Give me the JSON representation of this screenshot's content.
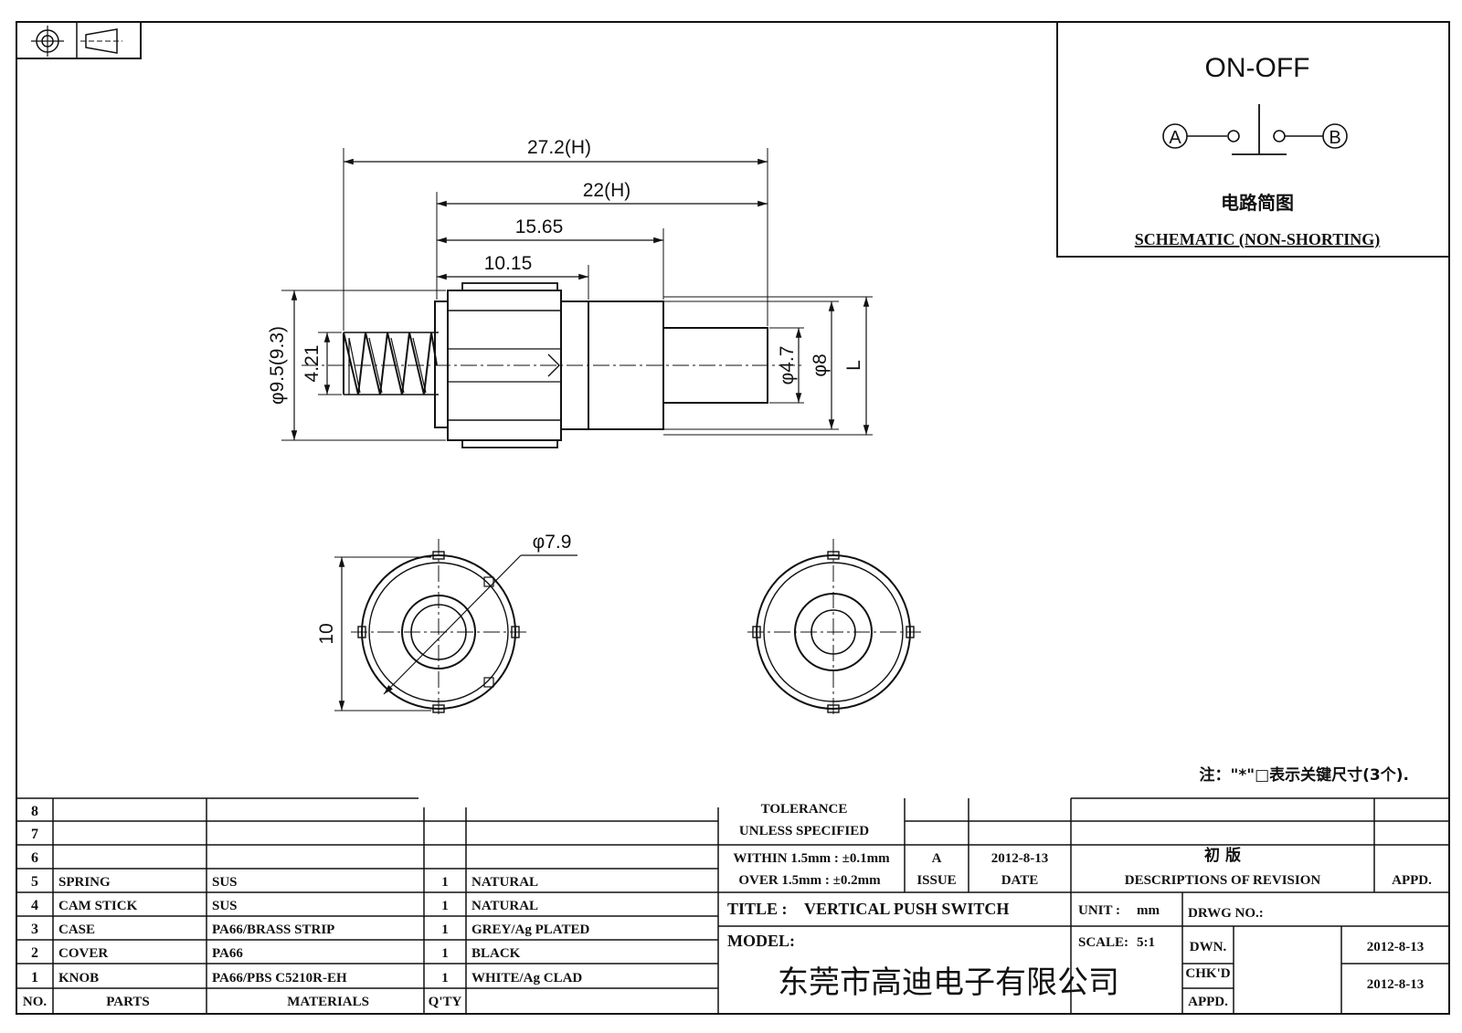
{
  "symbols": [
    "position-symbol",
    "projection-symbol"
  ],
  "schematic": {
    "title": "ON-OFF",
    "terminal_a": "A",
    "terminal_b": "B",
    "cn_label": "电路简图",
    "en_label": "SCHEMATIC (NON-SHORTING)"
  },
  "dimensions": {
    "overall_length": "27.2(H)",
    "body_length": "22(H)",
    "d_15_65": "15.65",
    "d_10_15": "10.15",
    "dia_9_5": "φ9.5(9.3)",
    "d_4_21": "4.21",
    "dia_4_7": "φ4.7",
    "dia_8": "φ8",
    "length_L": "L",
    "dia_7_9": "φ7.9",
    "width_10": "10"
  },
  "note": "注：\"*\"□表示关键尺寸(3个).",
  "parts_table": {
    "header": {
      "no": "NO.",
      "parts": "PARTS",
      "materials": "MATERIALS",
      "qty": "Q'TY"
    },
    "rows": [
      {
        "no": "8",
        "part": "",
        "material": "",
        "qty": "",
        "finish": ""
      },
      {
        "no": "7",
        "part": "",
        "material": "",
        "qty": "",
        "finish": ""
      },
      {
        "no": "6",
        "part": "",
        "material": "",
        "qty": "",
        "finish": ""
      },
      {
        "no": "5",
        "part": "SPRING",
        "material": "SUS",
        "qty": "1",
        "finish": "NATURAL"
      },
      {
        "no": "4",
        "part": "CAM STICK",
        "material": "SUS",
        "qty": "1",
        "finish": "NATURAL"
      },
      {
        "no": "3",
        "part": "CASE",
        "material": "PA66/BRASS STRIP",
        "qty": "1",
        "finish": "GREY/Ag PLATED"
      },
      {
        "no": "2",
        "part": "COVER",
        "material": "PA66",
        "qty": "1",
        "finish": "BLACK"
      },
      {
        "no": "1",
        "part": "KNOB",
        "material": "PA66/PBS C5210R-EH",
        "qty": "1",
        "finish": "WHITE/Ag CLAD"
      }
    ]
  },
  "tolerance": {
    "line1": "TOLERANCE",
    "line2": "UNLESS  SPECIFIED",
    "line3": "WITHIN 1.5mm : ±0.1mm",
    "line4": "OVER 1.5mm : ±0.2mm"
  },
  "revision": {
    "issue": "A",
    "date": "2012-8-13",
    "description": "初   版",
    "issue_label": "ISSUE",
    "date_label": "DATE",
    "desc_label": "DESCRIPTIONS OF REVISION",
    "appd_label": "APPD."
  },
  "title_block": {
    "title_label": "TITLE :",
    "title": "VERTICAL PUSH SWITCH",
    "unit_label": "UNIT :",
    "unit": "mm",
    "drwg_label": "DRWG NO.:",
    "model_label": "MODEL:",
    "scale_label": "SCALE:",
    "scale": "5:1",
    "dwn_label": "DWN.",
    "dwn_date": "2012-8-13",
    "chkd_label": "CHK'D",
    "chkd_date": "2012-8-13",
    "appd_label": "APPD.",
    "company": "东莞市高迪电子有限公司"
  }
}
